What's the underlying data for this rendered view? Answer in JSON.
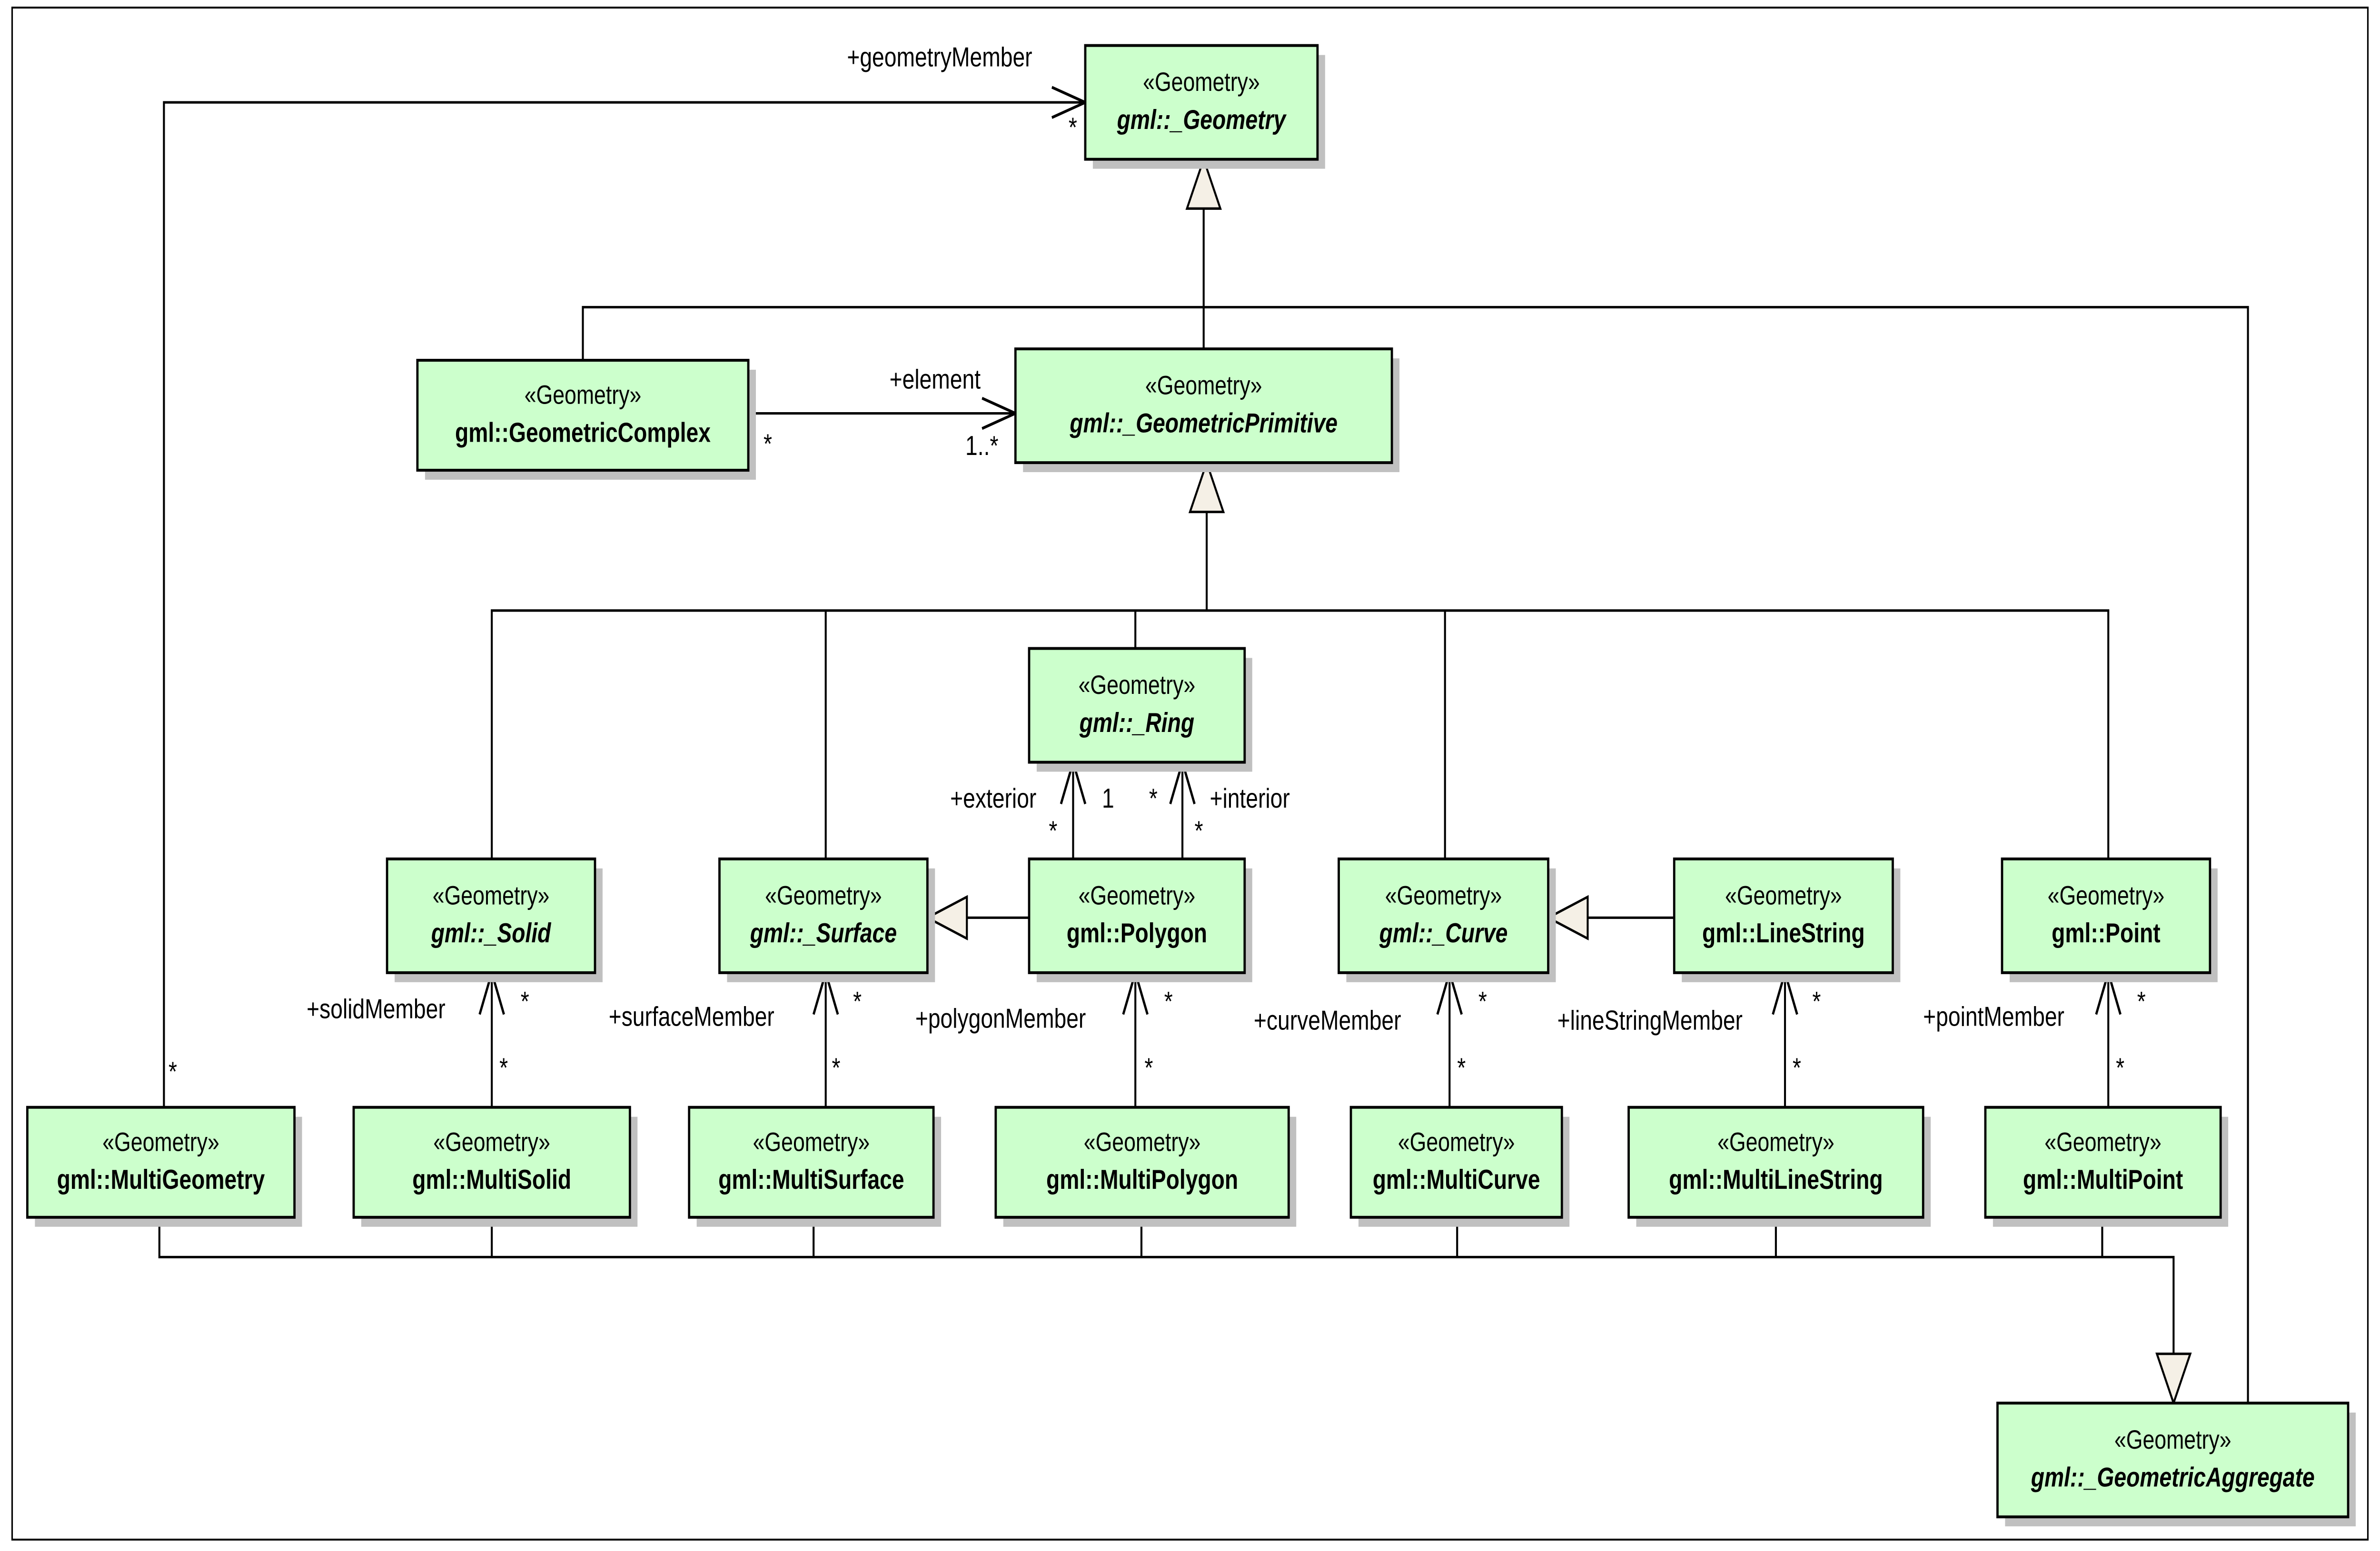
{
  "colors": {
    "class_fill": "#ccffcc",
    "stroke": "#000000",
    "shadow": "#c0c0c0",
    "generalization_fill": "#f5f0e6"
  },
  "classes": [
    {
      "id": "geometry",
      "stereotype": "«Geometry»",
      "name": "gml::_Geometry",
      "abstract": true
    },
    {
      "id": "geometric-complex",
      "stereotype": "«Geometry»",
      "name": "gml::GeometricComplex",
      "abstract": false
    },
    {
      "id": "geometric-primitive",
      "stereotype": "«Geometry»",
      "name": "gml::_GeometricPrimitive",
      "abstract": true
    },
    {
      "id": "ring",
      "stereotype": "«Geometry»",
      "name": "gml::_Ring",
      "abstract": true
    },
    {
      "id": "solid",
      "stereotype": "«Geometry»",
      "name": "gml::_Solid",
      "abstract": true
    },
    {
      "id": "surface",
      "stereotype": "«Geometry»",
      "name": "gml::_Surface",
      "abstract": true
    },
    {
      "id": "polygon",
      "stereotype": "«Geometry»",
      "name": "gml::Polygon",
      "abstract": false
    },
    {
      "id": "curve",
      "stereotype": "«Geometry»",
      "name": "gml::_Curve",
      "abstract": true
    },
    {
      "id": "line-string",
      "stereotype": "«Geometry»",
      "name": "gml::LineString",
      "abstract": false
    },
    {
      "id": "point",
      "stereotype": "«Geometry»",
      "name": "gml::Point",
      "abstract": false
    },
    {
      "id": "multi-geometry",
      "stereotype": "«Geometry»",
      "name": "gml::MultiGeometry",
      "abstract": false
    },
    {
      "id": "multi-solid",
      "stereotype": "«Geometry»",
      "name": "gml::MultiSolid",
      "abstract": false
    },
    {
      "id": "multi-surface",
      "stereotype": "«Geometry»",
      "name": "gml::MultiSurface",
      "abstract": false
    },
    {
      "id": "multi-polygon",
      "stereotype": "«Geometry»",
      "name": "gml::MultiPolygon",
      "abstract": false
    },
    {
      "id": "multi-curve",
      "stereotype": "«Geometry»",
      "name": "gml::MultiCurve",
      "abstract": false
    },
    {
      "id": "multi-line-string",
      "stereotype": "«Geometry»",
      "name": "gml::MultiLineString",
      "abstract": false
    },
    {
      "id": "multi-point",
      "stereotype": "«Geometry»",
      "name": "gml::MultiPoint",
      "abstract": false
    },
    {
      "id": "geometric-aggregate",
      "stereotype": "«Geometry»",
      "name": "gml::_GeometricAggregate",
      "abstract": true
    }
  ],
  "labels": [
    {
      "id": "geometry-member-role",
      "text": "+geometryMember"
    },
    {
      "id": "geometry-member-target-mult",
      "text": "*"
    },
    {
      "id": "geometry-member-source-mult",
      "text": "*"
    },
    {
      "id": "element-role",
      "text": "+element"
    },
    {
      "id": "element-source-mult",
      "text": "*"
    },
    {
      "id": "element-target-mult",
      "text": "1..*"
    },
    {
      "id": "exterior-role",
      "text": "+exterior"
    },
    {
      "id": "exterior-target-mult",
      "text": "1"
    },
    {
      "id": "exterior-source-mult",
      "text": "*"
    },
    {
      "id": "interior-target-mult",
      "text": "*"
    },
    {
      "id": "interior-role",
      "text": "+interior"
    },
    {
      "id": "interior-source-mult",
      "text": "*"
    },
    {
      "id": "solid-member-role",
      "text": "+solidMember"
    },
    {
      "id": "solid-member-target-mult",
      "text": "*"
    },
    {
      "id": "solid-member-source-mult",
      "text": "*"
    },
    {
      "id": "surface-member-role",
      "text": "+surfaceMember"
    },
    {
      "id": "surface-member-target-mult",
      "text": "*"
    },
    {
      "id": "surface-member-source-mult",
      "text": "*"
    },
    {
      "id": "polygon-member-role",
      "text": "+polygonMember"
    },
    {
      "id": "polygon-member-target-mult",
      "text": "*"
    },
    {
      "id": "polygon-member-source-mult",
      "text": "*"
    },
    {
      "id": "curve-member-role",
      "text": "+curveMember"
    },
    {
      "id": "curve-member-target-mult",
      "text": "*"
    },
    {
      "id": "curve-member-source-mult",
      "text": "*"
    },
    {
      "id": "line-string-member-role",
      "text": "+lineStringMember"
    },
    {
      "id": "line-string-member-target-mult",
      "text": "*"
    },
    {
      "id": "line-string-member-source-mult",
      "text": "*"
    },
    {
      "id": "point-member-role",
      "text": "+pointMember"
    },
    {
      "id": "point-member-target-mult",
      "text": "*"
    },
    {
      "id": "point-member-source-mult",
      "text": "*"
    }
  ]
}
